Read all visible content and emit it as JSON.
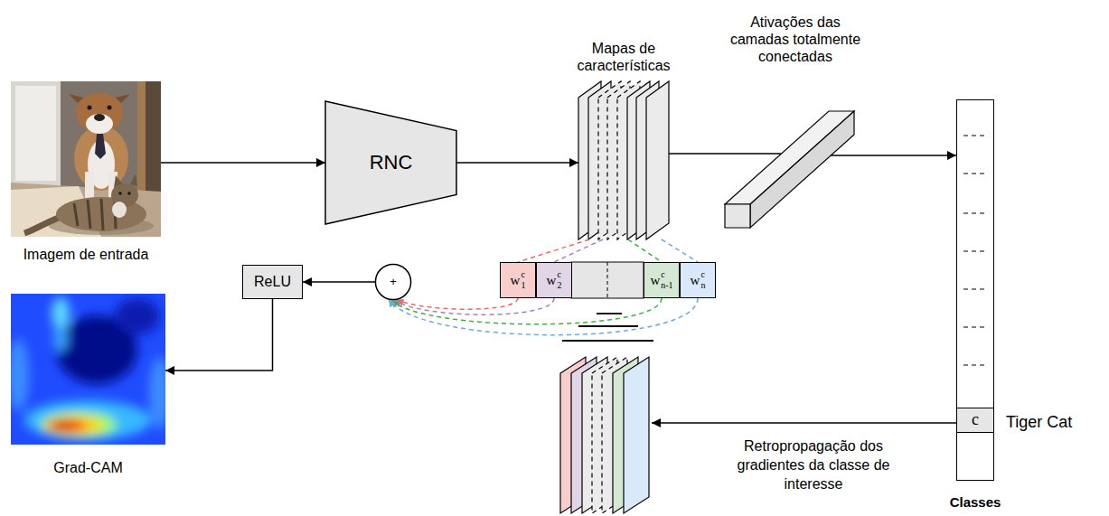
{
  "diagram": {
    "nodes": [
      {
        "text": [
          "Imagem de entrada"
        ]
      },
      {
        "text": [
          "RNC"
        ]
      },
      {
        "text": [
          "Mapas de características"
        ]
      },
      {
        "text": [
          "Ativações das camadas totalmente conectadas"
        ]
      },
      {
        "text": [
          "Classes"
        ]
      },
      {
        "text": [
          "c"
        ],
        "in": 4
      },
      {
        "text": [
          "w",
          "1",
          "c"
        ]
      },
      {
        "text": [
          "w",
          "2",
          "c"
        ]
      },
      {
        "text": [
          "w",
          "n-1",
          "c"
        ]
      },
      {
        "text": [
          "w",
          "n",
          "c"
        ]
      },
      {
        "text": [
          "+"
        ]
      },
      {
        "text": [
          "ReLU"
        ]
      },
      {
        "text": [
          "Grad-CAM"
        ]
      }
    ],
    "edges": [
      {
        "from": 0,
        "to": 1,
        "arrow": "to"
      },
      {
        "from": 1,
        "to": 2,
        "arrow": "to"
      },
      {
        "from": 2,
        "to": 3,
        "arrow": "none"
      },
      {
        "from": 3,
        "to": 4,
        "arrow": "to"
      },
      {
        "from": 2,
        "to": 6,
        "arrow": "none"
      },
      {
        "from": 2,
        "to": 7,
        "arrow": "none"
      },
      {
        "from": 2,
        "to": 8,
        "arrow": "none"
      },
      {
        "from": 2,
        "to": 9,
        "arrow": "none"
      },
      {
        "from": 6,
        "to": 10,
        "arrow": "to"
      },
      {
        "from": 7,
        "to": 10,
        "arrow": "to"
      },
      {
        "from": 8,
        "to": 10,
        "arrow": "to"
      },
      {
        "from": 9,
        "to": 10,
        "arrow": "to"
      },
      {
        "from": 10,
        "to": 11,
        "arrow": "to"
      },
      {
        "from": 11,
        "to": 12,
        "arrow": "to"
      }
    ],
    "labels": [
      "Tiger Cat",
      "Retropropagação dos gradientes da classe de interesse"
    ]
  }
}
